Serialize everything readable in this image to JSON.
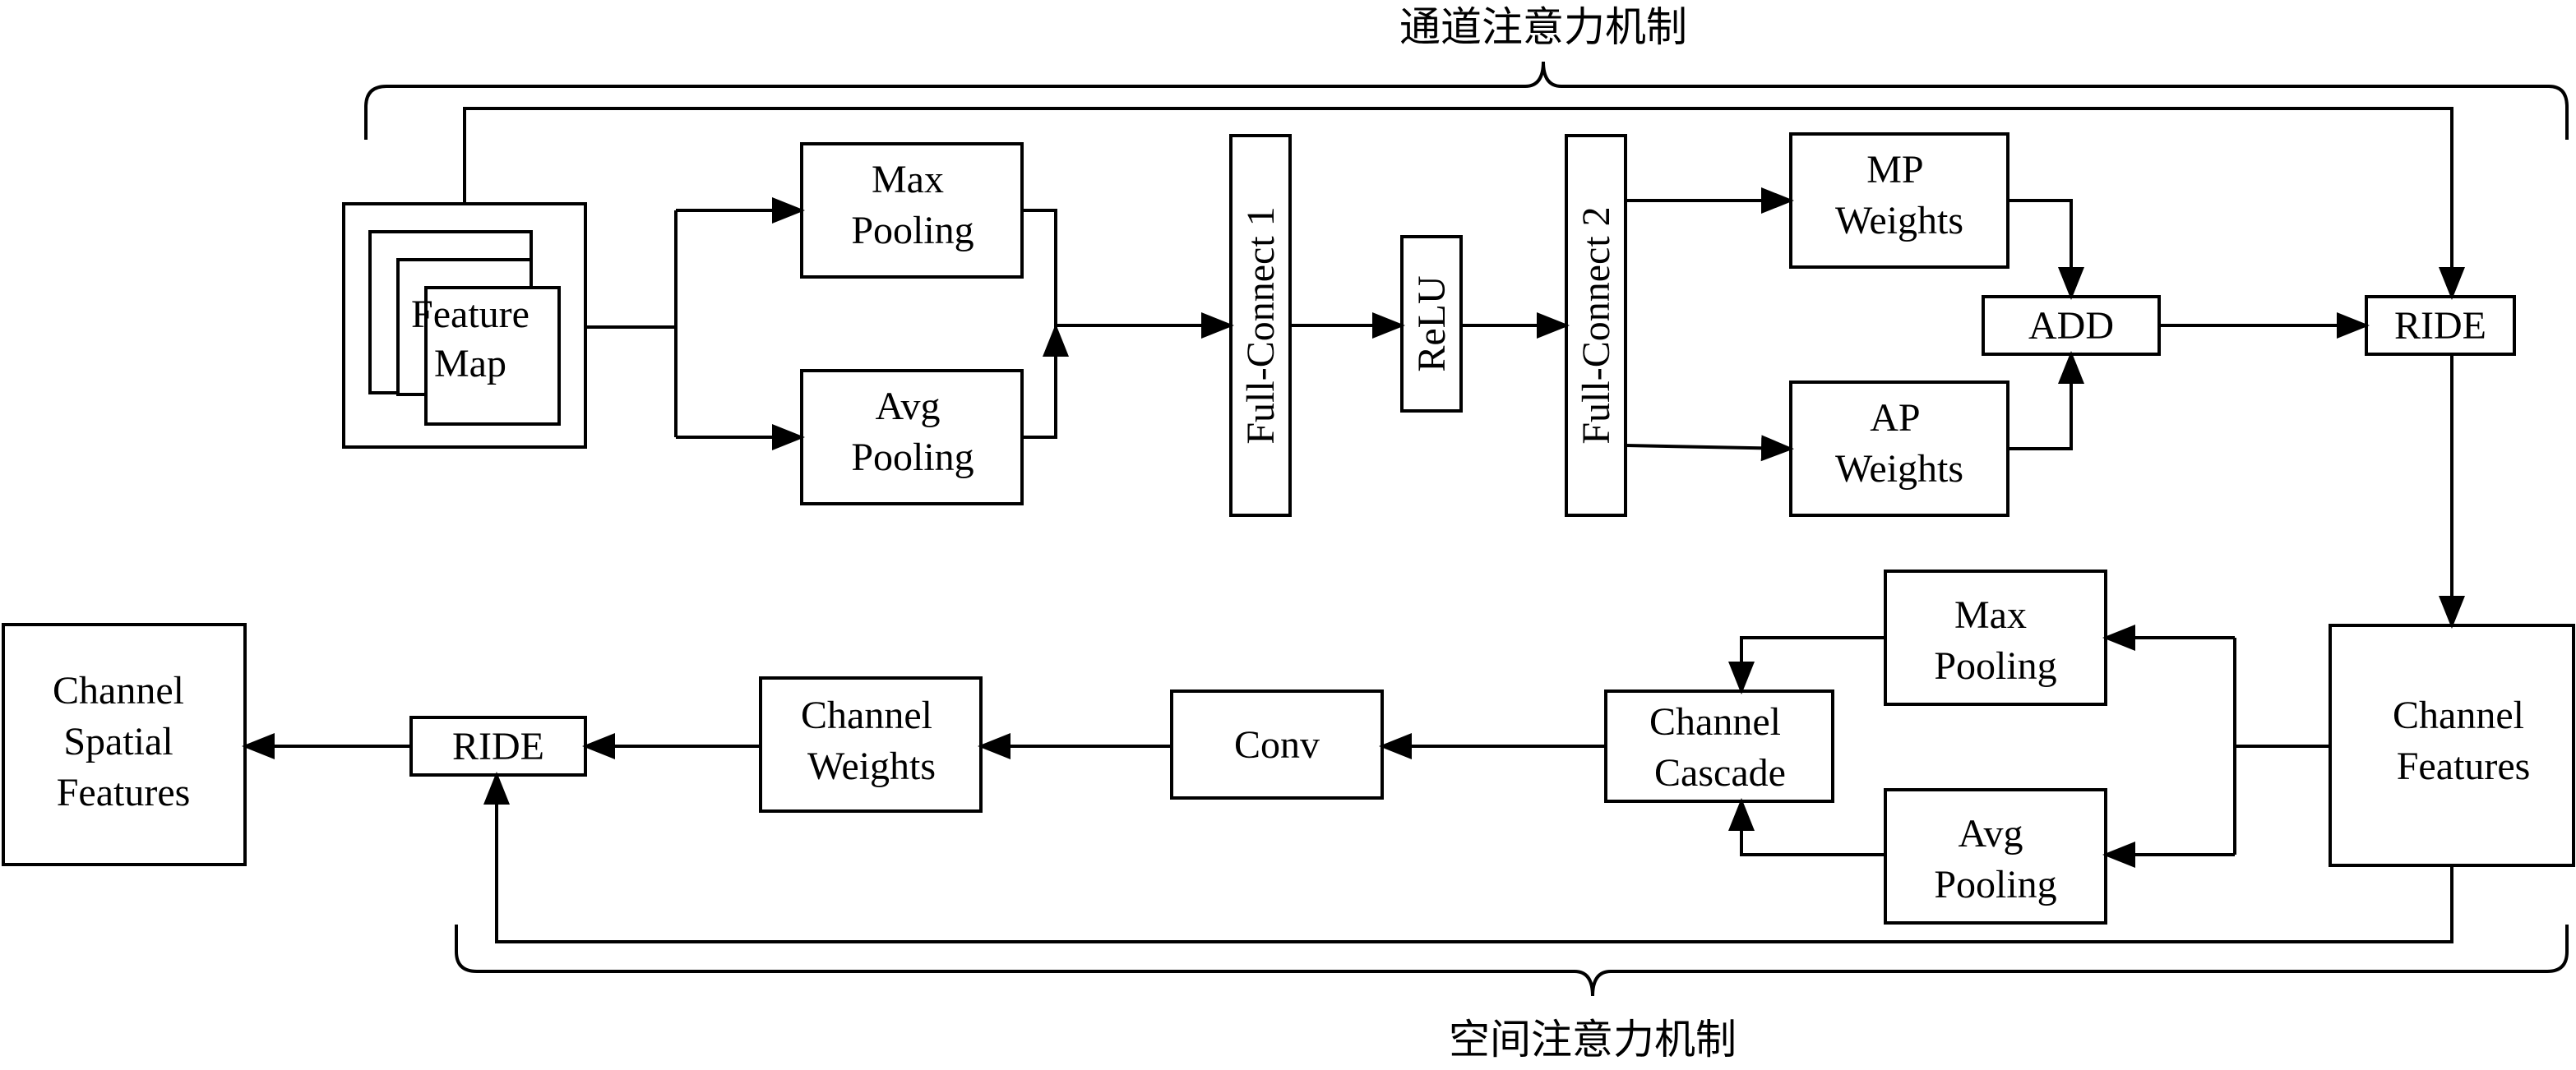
{
  "titles": {
    "channel_attention": "通道注意力机制",
    "spatial_attention": "空间注意力机制"
  },
  "channel_branch": {
    "feature_map": [
      "Feature",
      "Map"
    ],
    "max_pooling": [
      "Max",
      "Pooling"
    ],
    "avg_pooling": [
      "Avg",
      "Pooling"
    ],
    "full_connect_1": "Full-Connect 1",
    "relu": "ReLU",
    "full_connect_2": "Full-Connect 2",
    "mp_weights": [
      "MP",
      "Weights"
    ],
    "ap_weights": [
      "AP",
      "Weights"
    ],
    "add": "ADD",
    "ride": "RIDE"
  },
  "spatial_branch": {
    "channel_features": [
      "Channel",
      "Features"
    ],
    "max_pooling": [
      "Max",
      "Pooling"
    ],
    "avg_pooling": [
      "Avg",
      "Pooling"
    ],
    "channel_cascade": [
      "Channel",
      "Cascade"
    ],
    "conv": "Conv",
    "channel_weights": [
      "Channel",
      "Weights"
    ],
    "ride": "RIDE",
    "channel_spatial_features": [
      "Channel",
      "Spatial",
      "Features"
    ]
  }
}
